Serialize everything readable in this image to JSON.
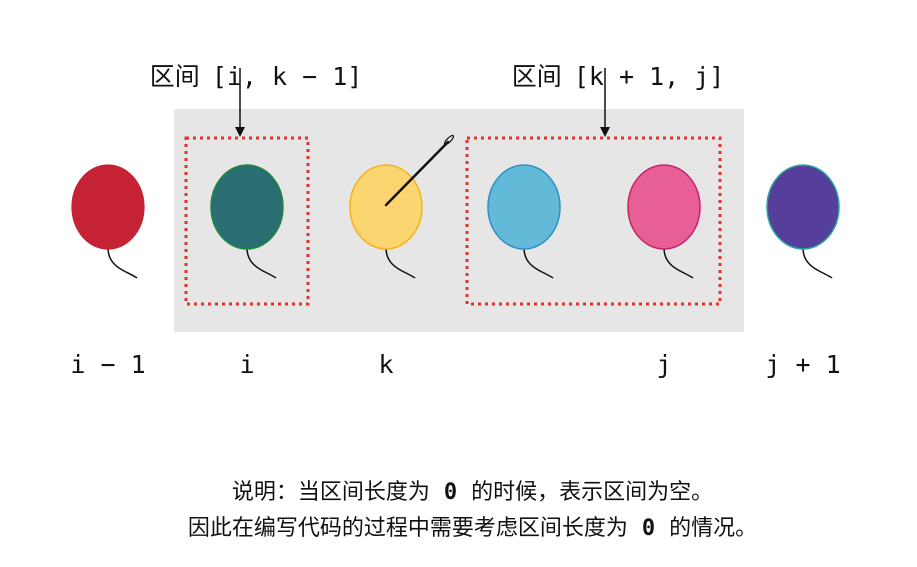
{
  "range_left": {
    "label_prefix": "区间",
    "label_math": "[i, k − 1]"
  },
  "range_right": {
    "label_prefix": "区间",
    "label_math": "[k + 1, j]"
  },
  "balloons": [
    {
      "index_label": "i − 1",
      "color": "#c62235"
    },
    {
      "index_label": "i",
      "color": "#2a6d72"
    },
    {
      "index_label": "k",
      "color": "#fbd56f"
    },
    {
      "index_label": "",
      "color": "#62bad8"
    },
    {
      "index_label": "j",
      "color": "#e85f95"
    },
    {
      "index_label": "j + 1",
      "color": "#563f9a"
    }
  ],
  "caption": {
    "line1_pre": "说明：当区间长度为",
    "line1_zero": "0",
    "line1_post": "的时候，表示区间为空。",
    "line2_pre": "因此在编写代码的过程中需要考虑区间长度为",
    "line2_zero": "0",
    "line2_post": "的情况。"
  },
  "colors": {
    "shaded_region": "#e6e6e6",
    "dotted_box": "#e5322d",
    "ink": "#111111"
  }
}
